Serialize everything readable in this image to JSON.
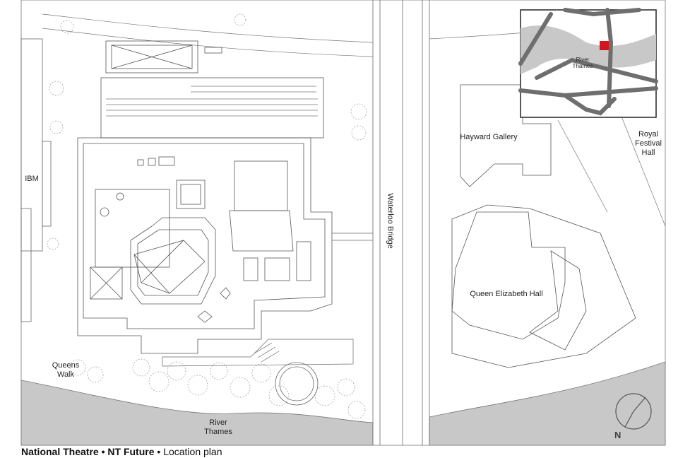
{
  "labels": {
    "ibm": "IBM",
    "queens_walk": "Queens\nWalk",
    "river_thames": "River\nThames",
    "waterloo_bridge": "Waterloo Bridge",
    "hayward_gallery": "Hayward Gallery",
    "royal_festival_hall": "Royal\nFestival\nHall",
    "queen_elizabeth_hall": "Queen Elizabeth Hall",
    "inset_river_thames": "River\nThames"
  },
  "north_arrow": {
    "label": "N"
  },
  "caption": {
    "part1": "National Theatre",
    "sep": " • ",
    "part2": "NT Future",
    "part3": "Location plan"
  },
  "colors": {
    "river": "#c8c8c8",
    "lines": "#5a5a5a",
    "inset_roads": "#6e6e6e",
    "site_marker": "#d2161d"
  }
}
